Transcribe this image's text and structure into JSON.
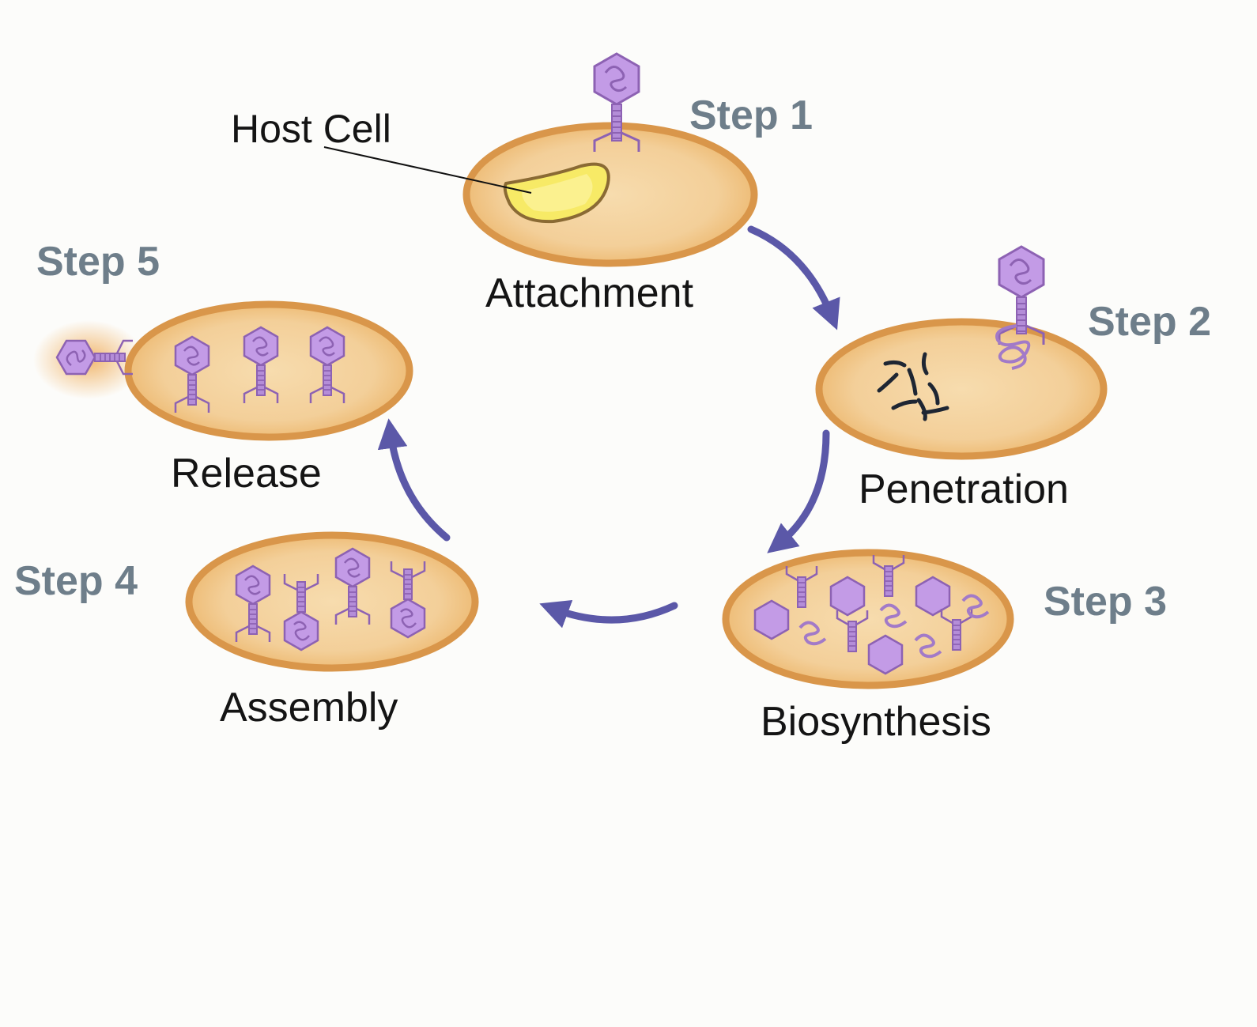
{
  "colors": {
    "background": "#fcfcfa",
    "cell_fill": "#f3cf99",
    "cell_border": "#d9964a",
    "nucleoid_fill": "#f7ea66",
    "nucleoid_border": "#8a6a34",
    "phage_fill": "#c39be6",
    "phage_stroke": "#8d62b3",
    "dna_dark": "#1e2633",
    "arrow": "#5b58a8",
    "step_text": "#6e7e8a",
    "label_text": "#141414"
  },
  "callout": {
    "host_cell": "Host Cell"
  },
  "stages": [
    {
      "step": "Step 1",
      "name": "Attachment"
    },
    {
      "step": "Step 2",
      "name": "Penetration"
    },
    {
      "step": "Step 3",
      "name": "Biosynthesis"
    },
    {
      "step": "Step 4",
      "name": "Assembly"
    },
    {
      "step": "Step 5",
      "name": "Release"
    }
  ],
  "icons": {
    "phage": "bacteriophage-icon",
    "capsid": "capsid-icon",
    "dna": "viral-dna-icon",
    "arrow": "cycle-arrow-icon"
  }
}
